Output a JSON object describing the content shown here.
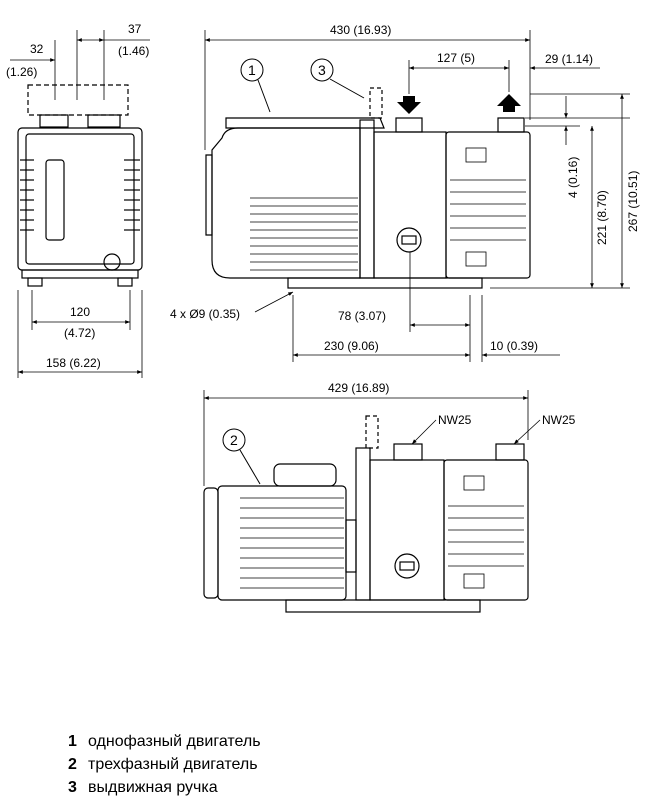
{
  "dimensions": {
    "side_width_left": "32",
    "side_width_left_in": "(1.26)",
    "side_width_right": "37",
    "side_width_right_in": "(1.46)",
    "side_base": "120",
    "side_base_in": "(4.72)",
    "side_total": "158 (6.22)",
    "length_total": "430 (16.93)",
    "port_spacing": "127 (5)",
    "port_offset": "29 (1.14)",
    "mount_holes": "4 x Ø9 (0.35)",
    "foot_spacing": "78 (3.07)",
    "base_length": "230 (9.06)",
    "base_offset": "10 (0.39)",
    "height_small": "4 (0.16)",
    "height_port": "221 (8.70)",
    "height_total": "267 (10.51)",
    "length_three_phase": "429 (16.89)",
    "nw_inlet": "NW25",
    "nw_outlet": "NW25"
  },
  "callouts": [
    "1",
    "2",
    "3"
  ],
  "legend": [
    {
      "num": "1",
      "text": "однофазный двигатель"
    },
    {
      "num": "2",
      "text": "трехфазный двигатель"
    },
    {
      "num": "3",
      "text": "выдвижная ручка"
    }
  ]
}
